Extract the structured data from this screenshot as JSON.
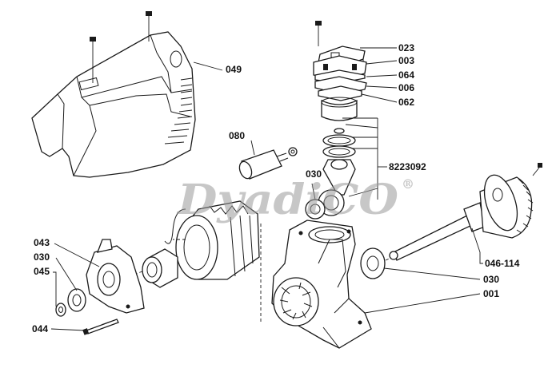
{
  "watermark": {
    "brand": "DyadiCO",
    "reg_mark": "®"
  },
  "labels": {
    "p023": "023",
    "p003": "003",
    "p064": "064",
    "p006": "006",
    "p062": "062",
    "p049": "049",
    "p080": "080",
    "p030_rod": "030",
    "p8223092": "8223092",
    "p043": "043",
    "p030_left": "030",
    "p045": "045",
    "p044": "044",
    "p046_114": "046-114",
    "p030_right": "030",
    "p001": "001"
  }
}
